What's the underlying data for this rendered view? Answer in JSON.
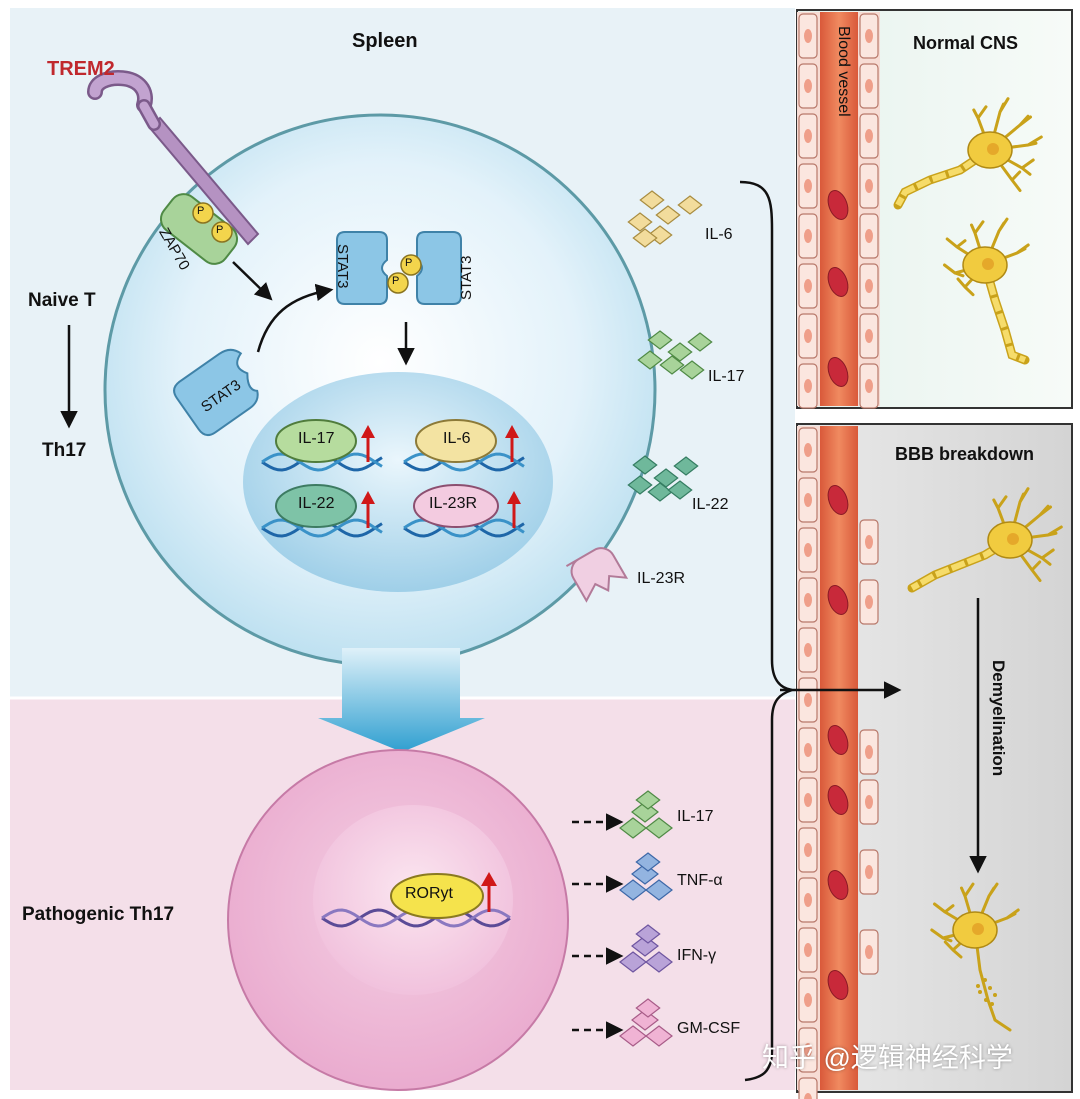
{
  "title": "Spleen",
  "receptor": "TREM2",
  "kinase": "ZAP70",
  "phospho": "P",
  "stat": "STAT3",
  "naive": "Naive T",
  "th17": "Th17",
  "pathogenic": "Pathogenic Th17",
  "genes": [
    "IL-17",
    "IL-6",
    "IL-22",
    "IL-23R"
  ],
  "ror": "RORyt",
  "secreted_spleen": [
    "IL-6",
    "IL-17",
    "IL-22",
    "IL-23R"
  ],
  "secreted_pathogenic": [
    "IL-17",
    "TNF-α",
    "IFN-γ",
    "GM-CSF"
  ],
  "vessel": "Blood vessel",
  "panel_top": "Normal CNS",
  "panel_bottom": "BBB breakdown",
  "process": "Demyelination",
  "watermark": "知乎 @逻辑神经科学",
  "colors": {
    "receptor_red": "#c0282d",
    "spleen_bg": "#e6f1f6",
    "pathogenic_bg": "#f5dcea",
    "vessel": "#e8704b",
    "neuron": "#f1cb3f",
    "up_arrow": "#d01818"
  }
}
